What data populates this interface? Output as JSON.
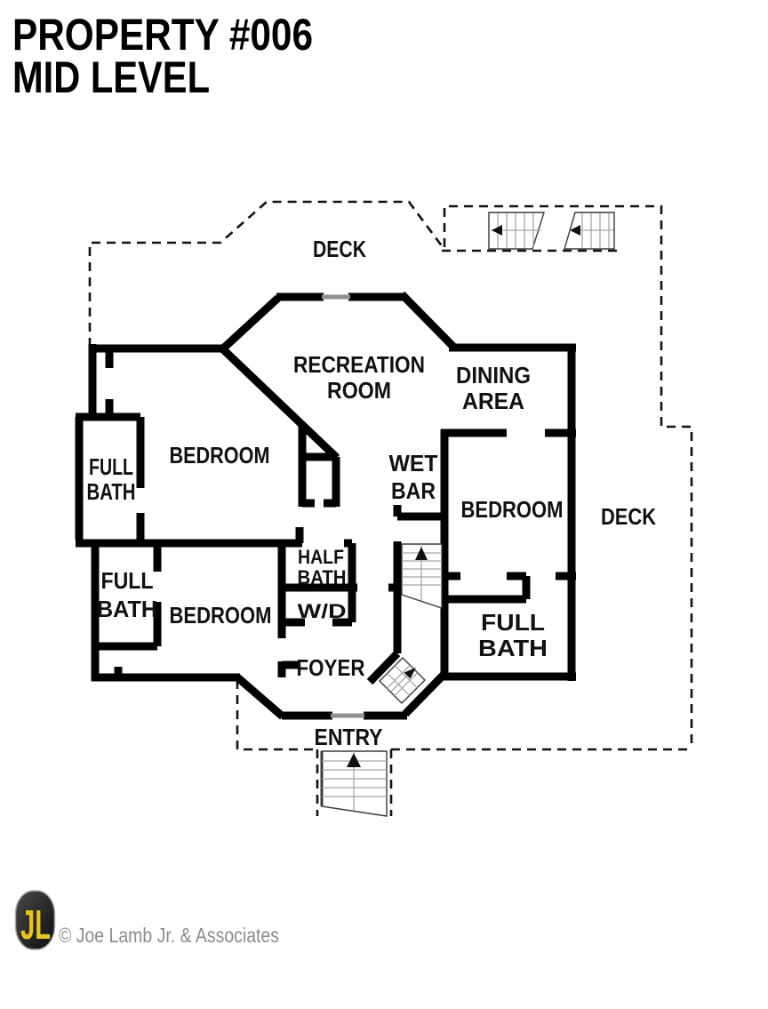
{
  "title": {
    "line1": "PROPERTY #006",
    "line2": "MID LEVEL"
  },
  "rooms": {
    "deck_top": {
      "label": "DECK"
    },
    "recreation_room": {
      "line1": "RECREATION",
      "line2": "ROOM"
    },
    "dining_area": {
      "line1": "DINING",
      "line2": "AREA"
    },
    "bedroom_northwest": {
      "label": "BEDROOM"
    },
    "full_bath_northwest": {
      "line1": "FULL",
      "line2": "BATH"
    },
    "wet_bar": {
      "line1": "WET",
      "line2": "BAR"
    },
    "bedroom_east": {
      "label": "BEDROOM"
    },
    "deck_east": {
      "label": "DECK"
    },
    "full_bath_west": {
      "line1": "FULL",
      "line2": "BATH"
    },
    "bedroom_southwest": {
      "label": "BEDROOM"
    },
    "half_bath": {
      "line1": "HALF",
      "line2": "BATH"
    },
    "washer_dryer": {
      "label": "W/D"
    },
    "full_bath_southeast": {
      "line1": "FULL",
      "line2": "BATH"
    },
    "foyer": {
      "label": "FOYER"
    },
    "entry": {
      "label": "ENTRY"
    }
  },
  "footer": {
    "logo_monogram": "JL",
    "copyright": "© Joe Lamb Jr. & Associates"
  },
  "colors": {
    "wall": "#000000",
    "dashed_outline": "#111111",
    "window_glass": "#909090",
    "stair_step": "#a6a6a6",
    "stair_border": "#3a3a3a",
    "arrow": "#111111",
    "label_text": "#111111",
    "title_text": "#000000",
    "logo_background": "#262626",
    "logo_monogram": "#e8c51d",
    "copyright_text": "#8c8c8c",
    "page_background": "#ffffff"
  }
}
